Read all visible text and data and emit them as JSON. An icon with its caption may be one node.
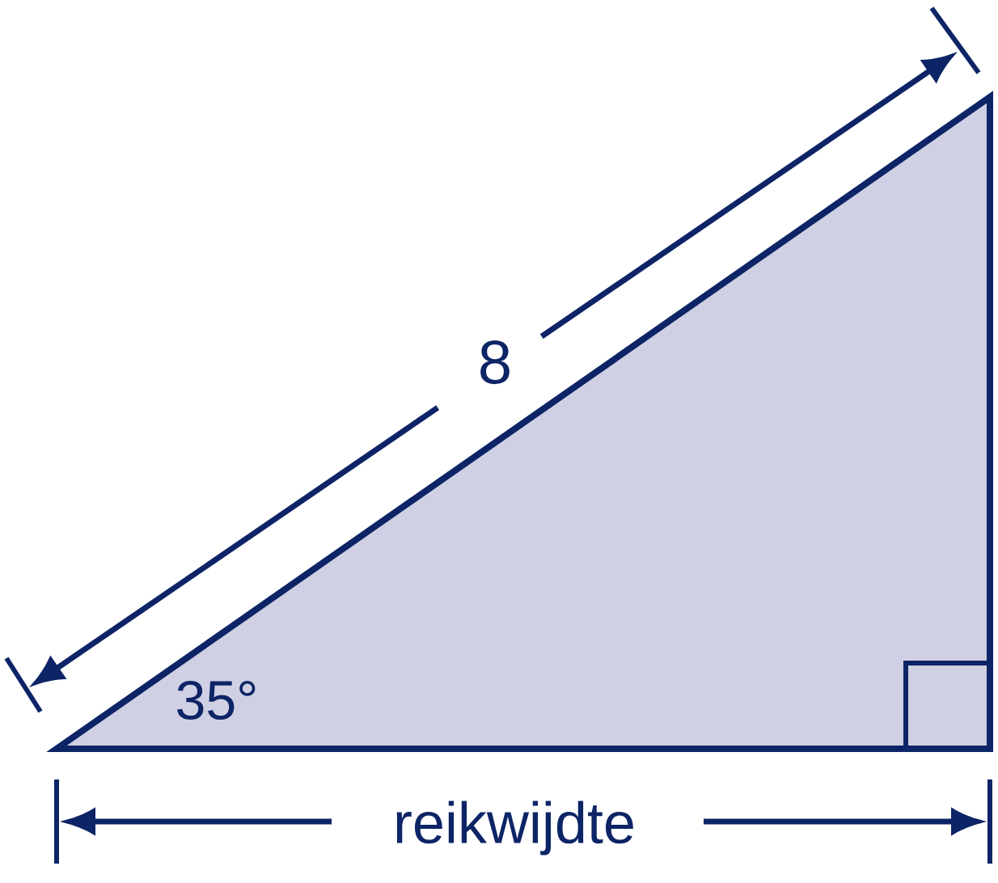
{
  "diagram": {
    "labels": [
      "8",
      "35°",
      "reikwijdte"
    ]
  }
}
